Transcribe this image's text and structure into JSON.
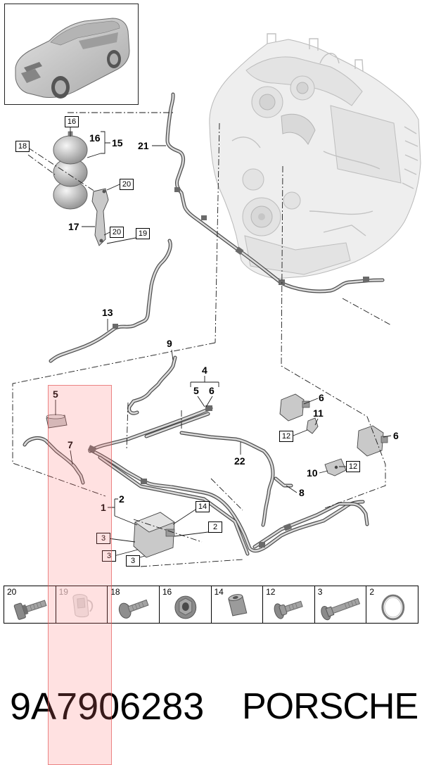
{
  "diagram": {
    "callouts": [
      "16",
      "15",
      "21",
      "17",
      "13",
      "9",
      "4",
      "5",
      "6",
      "5",
      "6",
      "11",
      "7",
      "6",
      "22",
      "10",
      "8",
      "1",
      "2"
    ],
    "boxed_callouts": [
      "16",
      "18",
      "20",
      "20",
      "19",
      "12",
      "12",
      "14",
      "2",
      "3",
      "3",
      "3"
    ]
  },
  "fastener_strip": {
    "items": [
      {
        "number": "20",
        "icon": "flange-bolt-icon"
      },
      {
        "number": "19",
        "icon": "clip-icon",
        "greyed": true
      },
      {
        "number": "18",
        "icon": "pan-head-bolt-icon"
      },
      {
        "number": "16",
        "icon": "flange-nut-icon"
      },
      {
        "number": "14",
        "icon": "sleeve-icon"
      },
      {
        "number": "12",
        "icon": "flange-bolt-icon"
      },
      {
        "number": "3",
        "icon": "bolt-icon"
      },
      {
        "number": "2",
        "icon": "o-ring-icon"
      }
    ]
  },
  "footer": {
    "part_number": "9A7906283",
    "brand": "PORSCHE"
  },
  "colors": {
    "line": "#000000",
    "engine": "#eeeeee",
    "highlight": "#ff7878"
  }
}
